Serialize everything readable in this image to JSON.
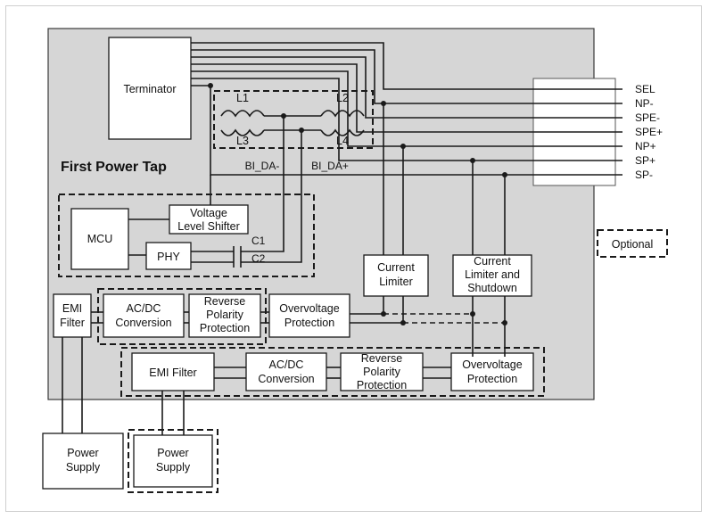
{
  "title": "First Power Tap",
  "blocks": {
    "terminator": "Terminator",
    "mcu": "MCU",
    "phy": "PHY",
    "voltage_shifter": [
      "Voltage",
      "Level Shifter"
    ],
    "current_limiter": [
      "Current",
      "Limiter"
    ],
    "current_limiter_shutdown": [
      "Current",
      "Limiter and",
      "Shutdown"
    ],
    "emi_filter_1": [
      "EMI",
      "Filter"
    ],
    "acdc_1": [
      "AC/DC",
      "Conversion"
    ],
    "reverse_1": [
      "Reverse",
      "Polarity",
      "Protection"
    ],
    "overvoltage_1": [
      "Overvoltage",
      "Protection"
    ],
    "emi_filter_2": "EMI Filter",
    "acdc_2": [
      "AC/DC",
      "Conversion"
    ],
    "reverse_2": [
      "Reverse",
      "Polarity",
      "Protection"
    ],
    "overvoltage_2": [
      "Overvoltage",
      "Protection"
    ],
    "power_supply_1": [
      "Power",
      "Supply"
    ],
    "power_supply_2": [
      "Power",
      "Supply"
    ],
    "optional": "Optional"
  },
  "components": {
    "inductors": [
      "L1",
      "L2",
      "L3",
      "L4"
    ],
    "capacitors": [
      "C1",
      "C2"
    ],
    "bi_labels": [
      "BI_DA-",
      "BI_DA+"
    ]
  },
  "signals": [
    "SEL",
    "NP-",
    "SPE-",
    "SPE+",
    "NP+",
    "SP+",
    "SP-"
  ]
}
